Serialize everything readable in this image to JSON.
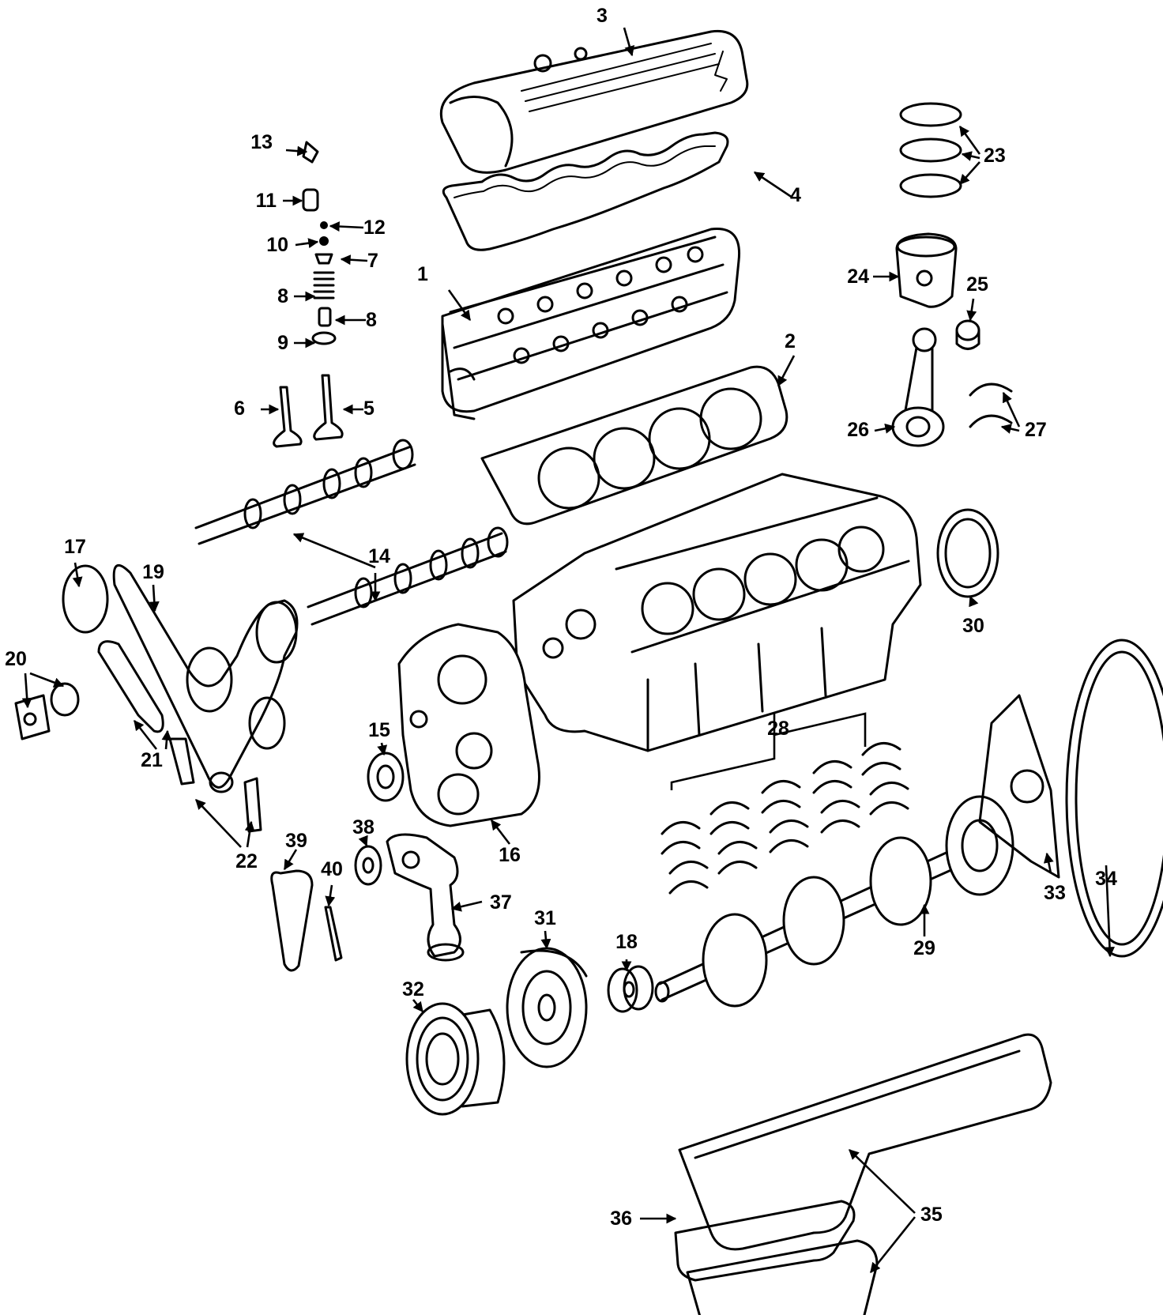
{
  "callouts": [
    {
      "id": "1",
      "text": "1"
    },
    {
      "id": "2",
      "text": "2"
    },
    {
      "id": "3",
      "text": "3"
    },
    {
      "id": "4",
      "text": "4"
    },
    {
      "id": "5",
      "text": "5"
    },
    {
      "id": "6",
      "text": "6"
    },
    {
      "id": "7",
      "text": "7"
    },
    {
      "id": "8a",
      "text": "8"
    },
    {
      "id": "8b",
      "text": "8"
    },
    {
      "id": "9",
      "text": "9"
    },
    {
      "id": "10",
      "text": "10"
    },
    {
      "id": "11",
      "text": "11"
    },
    {
      "id": "12",
      "text": "12"
    },
    {
      "id": "13",
      "text": "13"
    },
    {
      "id": "14",
      "text": "14"
    },
    {
      "id": "15",
      "text": "15"
    },
    {
      "id": "16",
      "text": "16"
    },
    {
      "id": "17",
      "text": "17"
    },
    {
      "id": "18",
      "text": "18"
    },
    {
      "id": "19",
      "text": "19"
    },
    {
      "id": "20",
      "text": "20"
    },
    {
      "id": "21",
      "text": "21"
    },
    {
      "id": "22",
      "text": "22"
    },
    {
      "id": "23",
      "text": "23"
    },
    {
      "id": "24",
      "text": "24"
    },
    {
      "id": "25",
      "text": "25"
    },
    {
      "id": "26",
      "text": "26"
    },
    {
      "id": "27",
      "text": "27"
    },
    {
      "id": "28",
      "text": "28"
    },
    {
      "id": "29",
      "text": "29"
    },
    {
      "id": "30",
      "text": "30"
    },
    {
      "id": "31",
      "text": "31"
    },
    {
      "id": "32",
      "text": "32"
    },
    {
      "id": "33",
      "text": "33"
    },
    {
      "id": "34",
      "text": "34"
    },
    {
      "id": "35",
      "text": "35"
    },
    {
      "id": "36",
      "text": "36"
    },
    {
      "id": "37",
      "text": "37"
    },
    {
      "id": "38",
      "text": "38"
    },
    {
      "id": "39",
      "text": "39"
    },
    {
      "id": "40",
      "text": "40"
    }
  ]
}
